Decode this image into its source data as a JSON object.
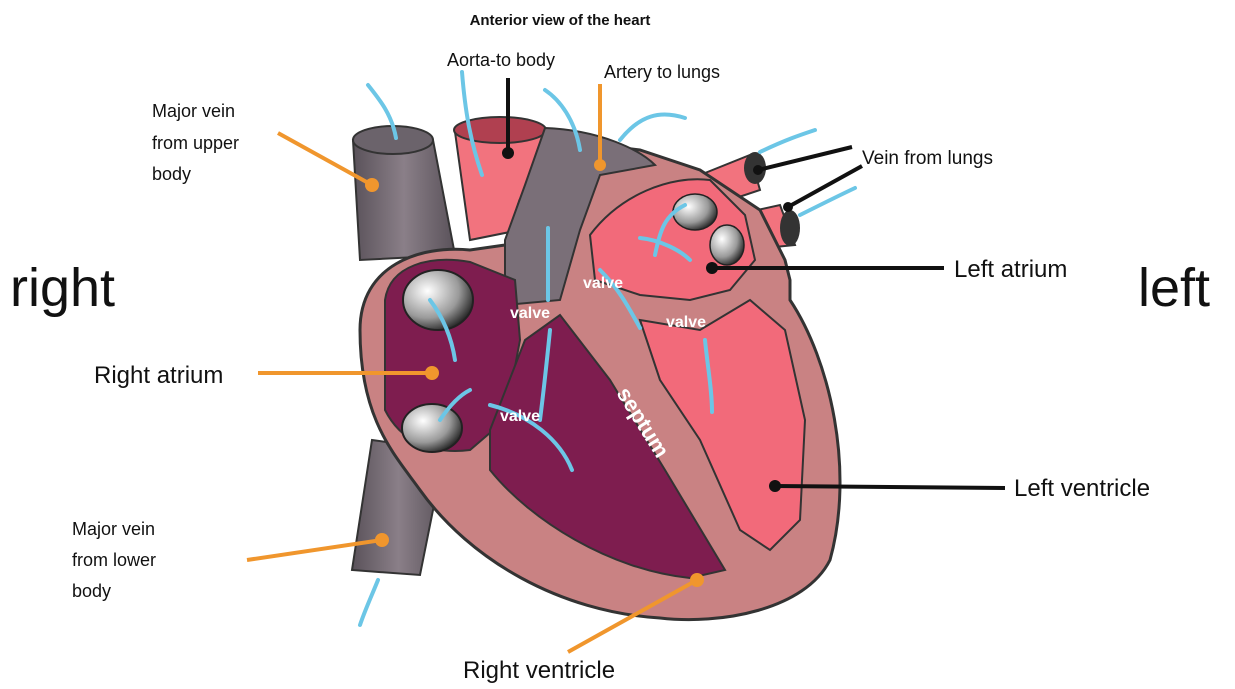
{
  "title": "Anterior view of the heart",
  "sides": {
    "right": "right",
    "left": "left"
  },
  "labels": {
    "aorta": "Aorta-to body",
    "artery": "Artery to lungs",
    "upper_vein": [
      "Major vein",
      "from upper",
      "body"
    ],
    "lung_vein": "Vein from lungs",
    "left_atrium": "Left atrium",
    "right_atrium": "Right atrium",
    "left_ventricle": "Left ventricle",
    "lower_vein": [
      "Major vein",
      "from lower",
      "body"
    ],
    "right_ventricle": "Right ventricle"
  },
  "inner": {
    "valve_1": "valve",
    "valve_2": "valve",
    "valve_3": "valve",
    "valve_4": "valve",
    "septum": "septum"
  },
  "colors": {
    "heart_wall": "#c98283",
    "right_chambers": "#7e1d4f",
    "left_chambers": "#f26a7a",
    "vessel_gray": "#7a6f78",
    "vessel_red": "#f2737e",
    "blood_flow": "#6cc6e6",
    "right_side_pointer": "#f0962d",
    "left_side_pointer": "#111111"
  }
}
